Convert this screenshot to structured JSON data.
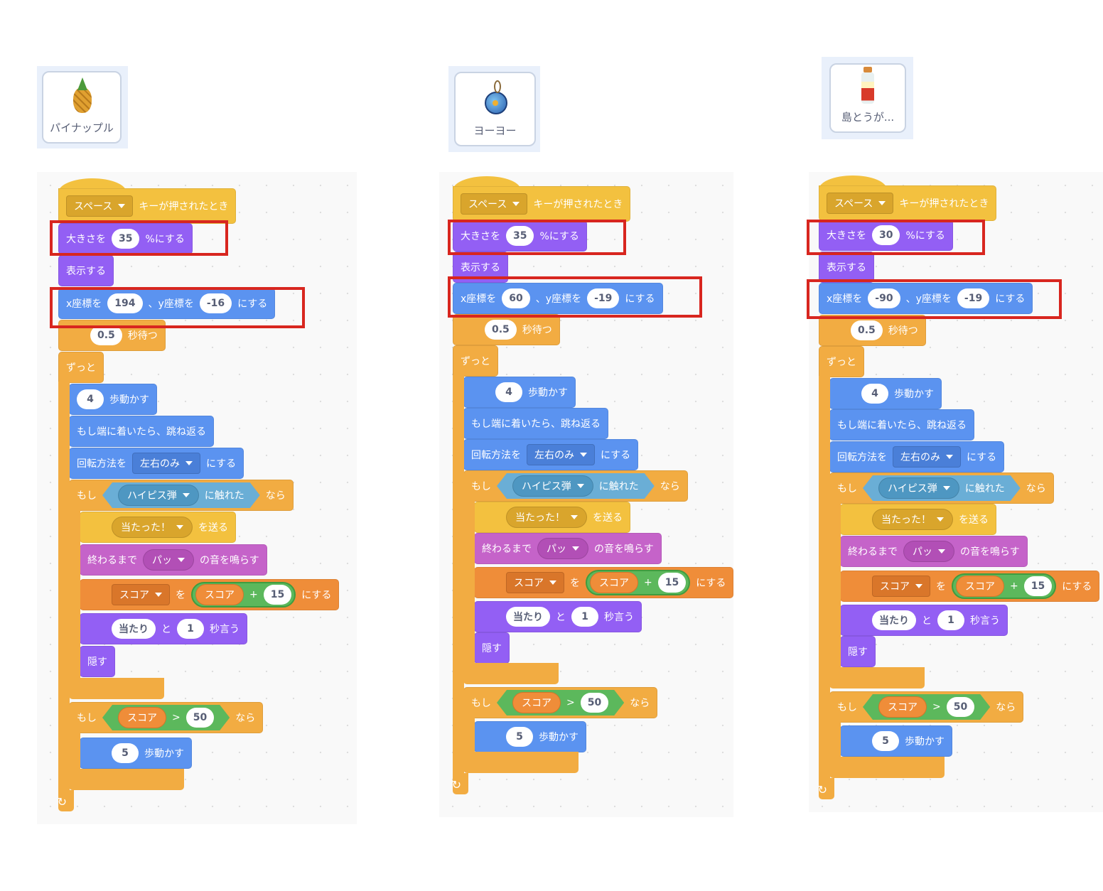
{
  "colors": {
    "events": "#f3c13f",
    "looks": "#935ff4",
    "motion": "#5b93f0",
    "control": "#f2ac42",
    "sound": "#c563c9",
    "variables": "#ef8d39",
    "sensing": "#6aaed6",
    "operators": "#5cb85c",
    "highlight": "#d8261f"
  },
  "scripts": [
    {
      "sprite": "パイナップル",
      "sprite_icon": "pineapple-icon",
      "blocks": [
        {
          "cat": "events",
          "hat": true,
          "parts": [
            {
              "dd": "スペース"
            },
            {
              "t": "キーが押されたとき"
            }
          ]
        },
        {
          "cat": "looks",
          "parts": [
            {
              "t": "大きさを"
            },
            {
              "n": "35"
            },
            {
              "t": "%にする"
            }
          ]
        },
        {
          "cat": "looks",
          "parts": [
            {
              "t": "表示する"
            }
          ]
        },
        {
          "cat": "motion",
          "parts": [
            {
              "t": "x座標を"
            },
            {
              "n": "194"
            },
            {
              "t": "、y座標を"
            },
            {
              "n": "-16"
            },
            {
              "t": "にする"
            }
          ]
        },
        {
          "cat": "control",
          "pad": true,
          "parts": [
            {
              "n": "0.5"
            },
            {
              "t": "秒待つ"
            }
          ]
        },
        {
          "cat": "control",
          "c": "start",
          "parts": [
            {
              "t": "ずっと"
            }
          ]
        },
        {
          "cat": "motion",
          "parts": [
            {
              "n": "4"
            },
            {
              "t": "歩動かす"
            }
          ]
        },
        {
          "cat": "motion",
          "parts": [
            {
              "t": "もし端に着いたら、跳ね返る"
            }
          ]
        },
        {
          "cat": "motion",
          "parts": [
            {
              "t": "回転方法を"
            },
            {
              "dd": "左右のみ"
            },
            {
              "t": "にする"
            }
          ]
        },
        {
          "cat": "control",
          "c": "start",
          "parts": [
            {
              "t": "もし"
            },
            {
              "hex": "sensing",
              "parts": [
                {
                  "ddr": "ハイピス弾"
                },
                {
                  "t": "に触れた"
                }
              ]
            },
            {
              "t": "なら"
            }
          ]
        },
        {
          "cat": "events",
          "pad": true,
          "parts": [
            {
              "ddr": "当たった！"
            },
            {
              "t": "を送る"
            }
          ]
        },
        {
          "cat": "sound",
          "parts": [
            {
              "t": "終わるまで"
            },
            {
              "ddr": "パッ"
            },
            {
              "t": "の音を鳴らす"
            }
          ]
        },
        {
          "cat": "variables",
          "pad": true,
          "parts": [
            {
              "dd": "スコア"
            },
            {
              "t": "を"
            },
            {
              "op": [
                {
                  "rep": "スコア"
                },
                {
                  "t": "+"
                },
                {
                  "n": "15"
                }
              ]
            },
            {
              "t": "にする"
            }
          ]
        },
        {
          "cat": "looks",
          "pad": true,
          "parts": [
            {
              "n": "当たり"
            },
            {
              "t": "と"
            },
            {
              "n": "1"
            },
            {
              "t": "秒言う"
            }
          ]
        },
        {
          "cat": "looks",
          "parts": [
            {
              "t": "隠す"
            }
          ]
        },
        {
          "cat": "control",
          "c": "end"
        },
        {
          "cat": "control",
          "c": "start",
          "parts": [
            {
              "t": "もし"
            },
            {
              "hex": "operators",
              "parts": [
                {
                  "rep": "スコア"
                },
                {
                  "t": ">"
                },
                {
                  "n": "50"
                }
              ]
            },
            {
              "t": "なら"
            }
          ]
        },
        {
          "cat": "motion",
          "pad": true,
          "parts": [
            {
              "n": "5"
            },
            {
              "t": "歩動かす"
            }
          ]
        },
        {
          "cat": "control",
          "c": "end"
        },
        {
          "cat": "control",
          "c": "end",
          "loop": true
        }
      ]
    },
    {
      "sprite": "ヨーヨー",
      "sprite_icon": "yoyo-icon",
      "blocks": [
        {
          "cat": "events",
          "hat": true,
          "parts": [
            {
              "dd": "スペース"
            },
            {
              "t": "キーが押されたとき"
            }
          ]
        },
        {
          "cat": "looks",
          "parts": [
            {
              "t": "大きさを"
            },
            {
              "n": "35"
            },
            {
              "t": "%にする"
            }
          ]
        },
        {
          "cat": "looks",
          "parts": [
            {
              "t": "表示する"
            }
          ]
        },
        {
          "cat": "motion",
          "parts": [
            {
              "t": "x座標を"
            },
            {
              "n": "60"
            },
            {
              "t": "、y座標を"
            },
            {
              "n": "-19"
            },
            {
              "t": "にする"
            }
          ]
        },
        {
          "cat": "control",
          "pad": true,
          "parts": [
            {
              "n": "0.5"
            },
            {
              "t": "秒待つ"
            }
          ]
        },
        {
          "cat": "control",
          "c": "start",
          "parts": [
            {
              "t": "ずっと"
            }
          ]
        },
        {
          "cat": "motion",
          "pad": true,
          "parts": [
            {
              "n": "4"
            },
            {
              "t": "歩動かす"
            }
          ]
        },
        {
          "cat": "motion",
          "parts": [
            {
              "t": "もし端に着いたら、跳ね返る"
            }
          ]
        },
        {
          "cat": "motion",
          "parts": [
            {
              "t": "回転方法を"
            },
            {
              "dd": "左右のみ"
            },
            {
              "t": "にする"
            }
          ]
        },
        {
          "cat": "control",
          "c": "start",
          "parts": [
            {
              "t": "もし"
            },
            {
              "hex": "sensing",
              "parts": [
                {
                  "ddr": "ハイピス弾"
                },
                {
                  "t": "に触れた"
                }
              ]
            },
            {
              "t": "なら"
            }
          ]
        },
        {
          "cat": "events",
          "pad": true,
          "parts": [
            {
              "ddr": "当たった！"
            },
            {
              "t": "を送る"
            }
          ]
        },
        {
          "cat": "sound",
          "parts": [
            {
              "t": "終わるまで"
            },
            {
              "ddr": "パッ"
            },
            {
              "t": "の音を鳴らす"
            }
          ]
        },
        {
          "cat": "variables",
          "pad": true,
          "parts": [
            {
              "dd": "スコア"
            },
            {
              "t": "を"
            },
            {
              "op": [
                {
                  "rep": "スコア"
                },
                {
                  "t": "+"
                },
                {
                  "n": "15"
                }
              ]
            },
            {
              "t": "にする"
            }
          ]
        },
        {
          "cat": "looks",
          "pad": true,
          "parts": [
            {
              "n": "当たり"
            },
            {
              "t": "と"
            },
            {
              "n": "1"
            },
            {
              "t": "秒言う"
            }
          ]
        },
        {
          "cat": "looks",
          "parts": [
            {
              "t": "隠す"
            }
          ]
        },
        {
          "cat": "control",
          "c": "end"
        },
        {
          "cat": "control",
          "c": "start",
          "parts": [
            {
              "t": "もし"
            },
            {
              "hex": "operators",
              "parts": [
                {
                  "rep": "スコア"
                },
                {
                  "t": ">"
                },
                {
                  "n": "50"
                }
              ]
            },
            {
              "t": "なら"
            }
          ]
        },
        {
          "cat": "motion",
          "pad": true,
          "parts": [
            {
              "n": "5"
            },
            {
              "t": "歩動かす"
            }
          ]
        },
        {
          "cat": "control",
          "c": "end"
        },
        {
          "cat": "control",
          "c": "end",
          "loop": true
        }
      ]
    },
    {
      "sprite": "島とうが...",
      "sprite_icon": "bottle-icon",
      "blocks": [
        {
          "cat": "events",
          "hat": true,
          "parts": [
            {
              "dd": "スペース"
            },
            {
              "t": "キーが押されたとき"
            }
          ]
        },
        {
          "cat": "looks",
          "parts": [
            {
              "t": "大きさを"
            },
            {
              "n": "30"
            },
            {
              "t": "%にする"
            }
          ]
        },
        {
          "cat": "looks",
          "parts": [
            {
              "t": "表示する"
            }
          ]
        },
        {
          "cat": "motion",
          "parts": [
            {
              "t": "x座標を"
            },
            {
              "n": "-90"
            },
            {
              "t": "、y座標を"
            },
            {
              "n": "-19"
            },
            {
              "t": "にする"
            }
          ]
        },
        {
          "cat": "control",
          "pad": true,
          "parts": [
            {
              "n": "0.5"
            },
            {
              "t": "秒待つ"
            }
          ]
        },
        {
          "cat": "control",
          "c": "start",
          "parts": [
            {
              "t": "ずっと"
            }
          ]
        },
        {
          "cat": "motion",
          "pad": true,
          "parts": [
            {
              "n": "4"
            },
            {
              "t": "歩動かす"
            }
          ]
        },
        {
          "cat": "motion",
          "parts": [
            {
              "t": "もし端に着いたら、跳ね返る"
            }
          ]
        },
        {
          "cat": "motion",
          "parts": [
            {
              "t": "回転方法を"
            },
            {
              "dd": "左右のみ"
            },
            {
              "t": "にする"
            }
          ]
        },
        {
          "cat": "control",
          "c": "start",
          "parts": [
            {
              "t": "もし"
            },
            {
              "hex": "sensing",
              "parts": [
                {
                  "ddr": "ハイピス弾"
                },
                {
                  "t": "に触れた"
                }
              ]
            },
            {
              "t": "なら"
            }
          ]
        },
        {
          "cat": "events",
          "pad": true,
          "parts": [
            {
              "ddr": "当たった！"
            },
            {
              "t": "を送る"
            }
          ]
        },
        {
          "cat": "sound",
          "parts": [
            {
              "t": "終わるまで"
            },
            {
              "ddr": "パッ"
            },
            {
              "t": "の音を鳴らす"
            }
          ]
        },
        {
          "cat": "variables",
          "pad": true,
          "parts": [
            {
              "dd": "スコア"
            },
            {
              "t": "を"
            },
            {
              "op": [
                {
                  "rep": "スコア"
                },
                {
                  "t": "+"
                },
                {
                  "n": "15"
                }
              ]
            },
            {
              "t": "にする"
            }
          ]
        },
        {
          "cat": "looks",
          "pad": true,
          "parts": [
            {
              "n": "当たり"
            },
            {
              "t": "と"
            },
            {
              "n": "1"
            },
            {
              "t": "秒言う"
            }
          ]
        },
        {
          "cat": "looks",
          "parts": [
            {
              "t": "隠す"
            }
          ]
        },
        {
          "cat": "control",
          "c": "end"
        },
        {
          "cat": "control",
          "c": "start",
          "parts": [
            {
              "t": "もし"
            },
            {
              "hex": "operators",
              "parts": [
                {
                  "rep": "スコア"
                },
                {
                  "t": ">"
                },
                {
                  "n": "50"
                }
              ]
            },
            {
              "t": "なら"
            }
          ]
        },
        {
          "cat": "motion",
          "pad": true,
          "parts": [
            {
              "n": "5"
            },
            {
              "t": "歩動かす"
            }
          ]
        },
        {
          "cat": "control",
          "c": "end"
        },
        {
          "cat": "control",
          "c": "end",
          "loop": true
        }
      ]
    }
  ]
}
